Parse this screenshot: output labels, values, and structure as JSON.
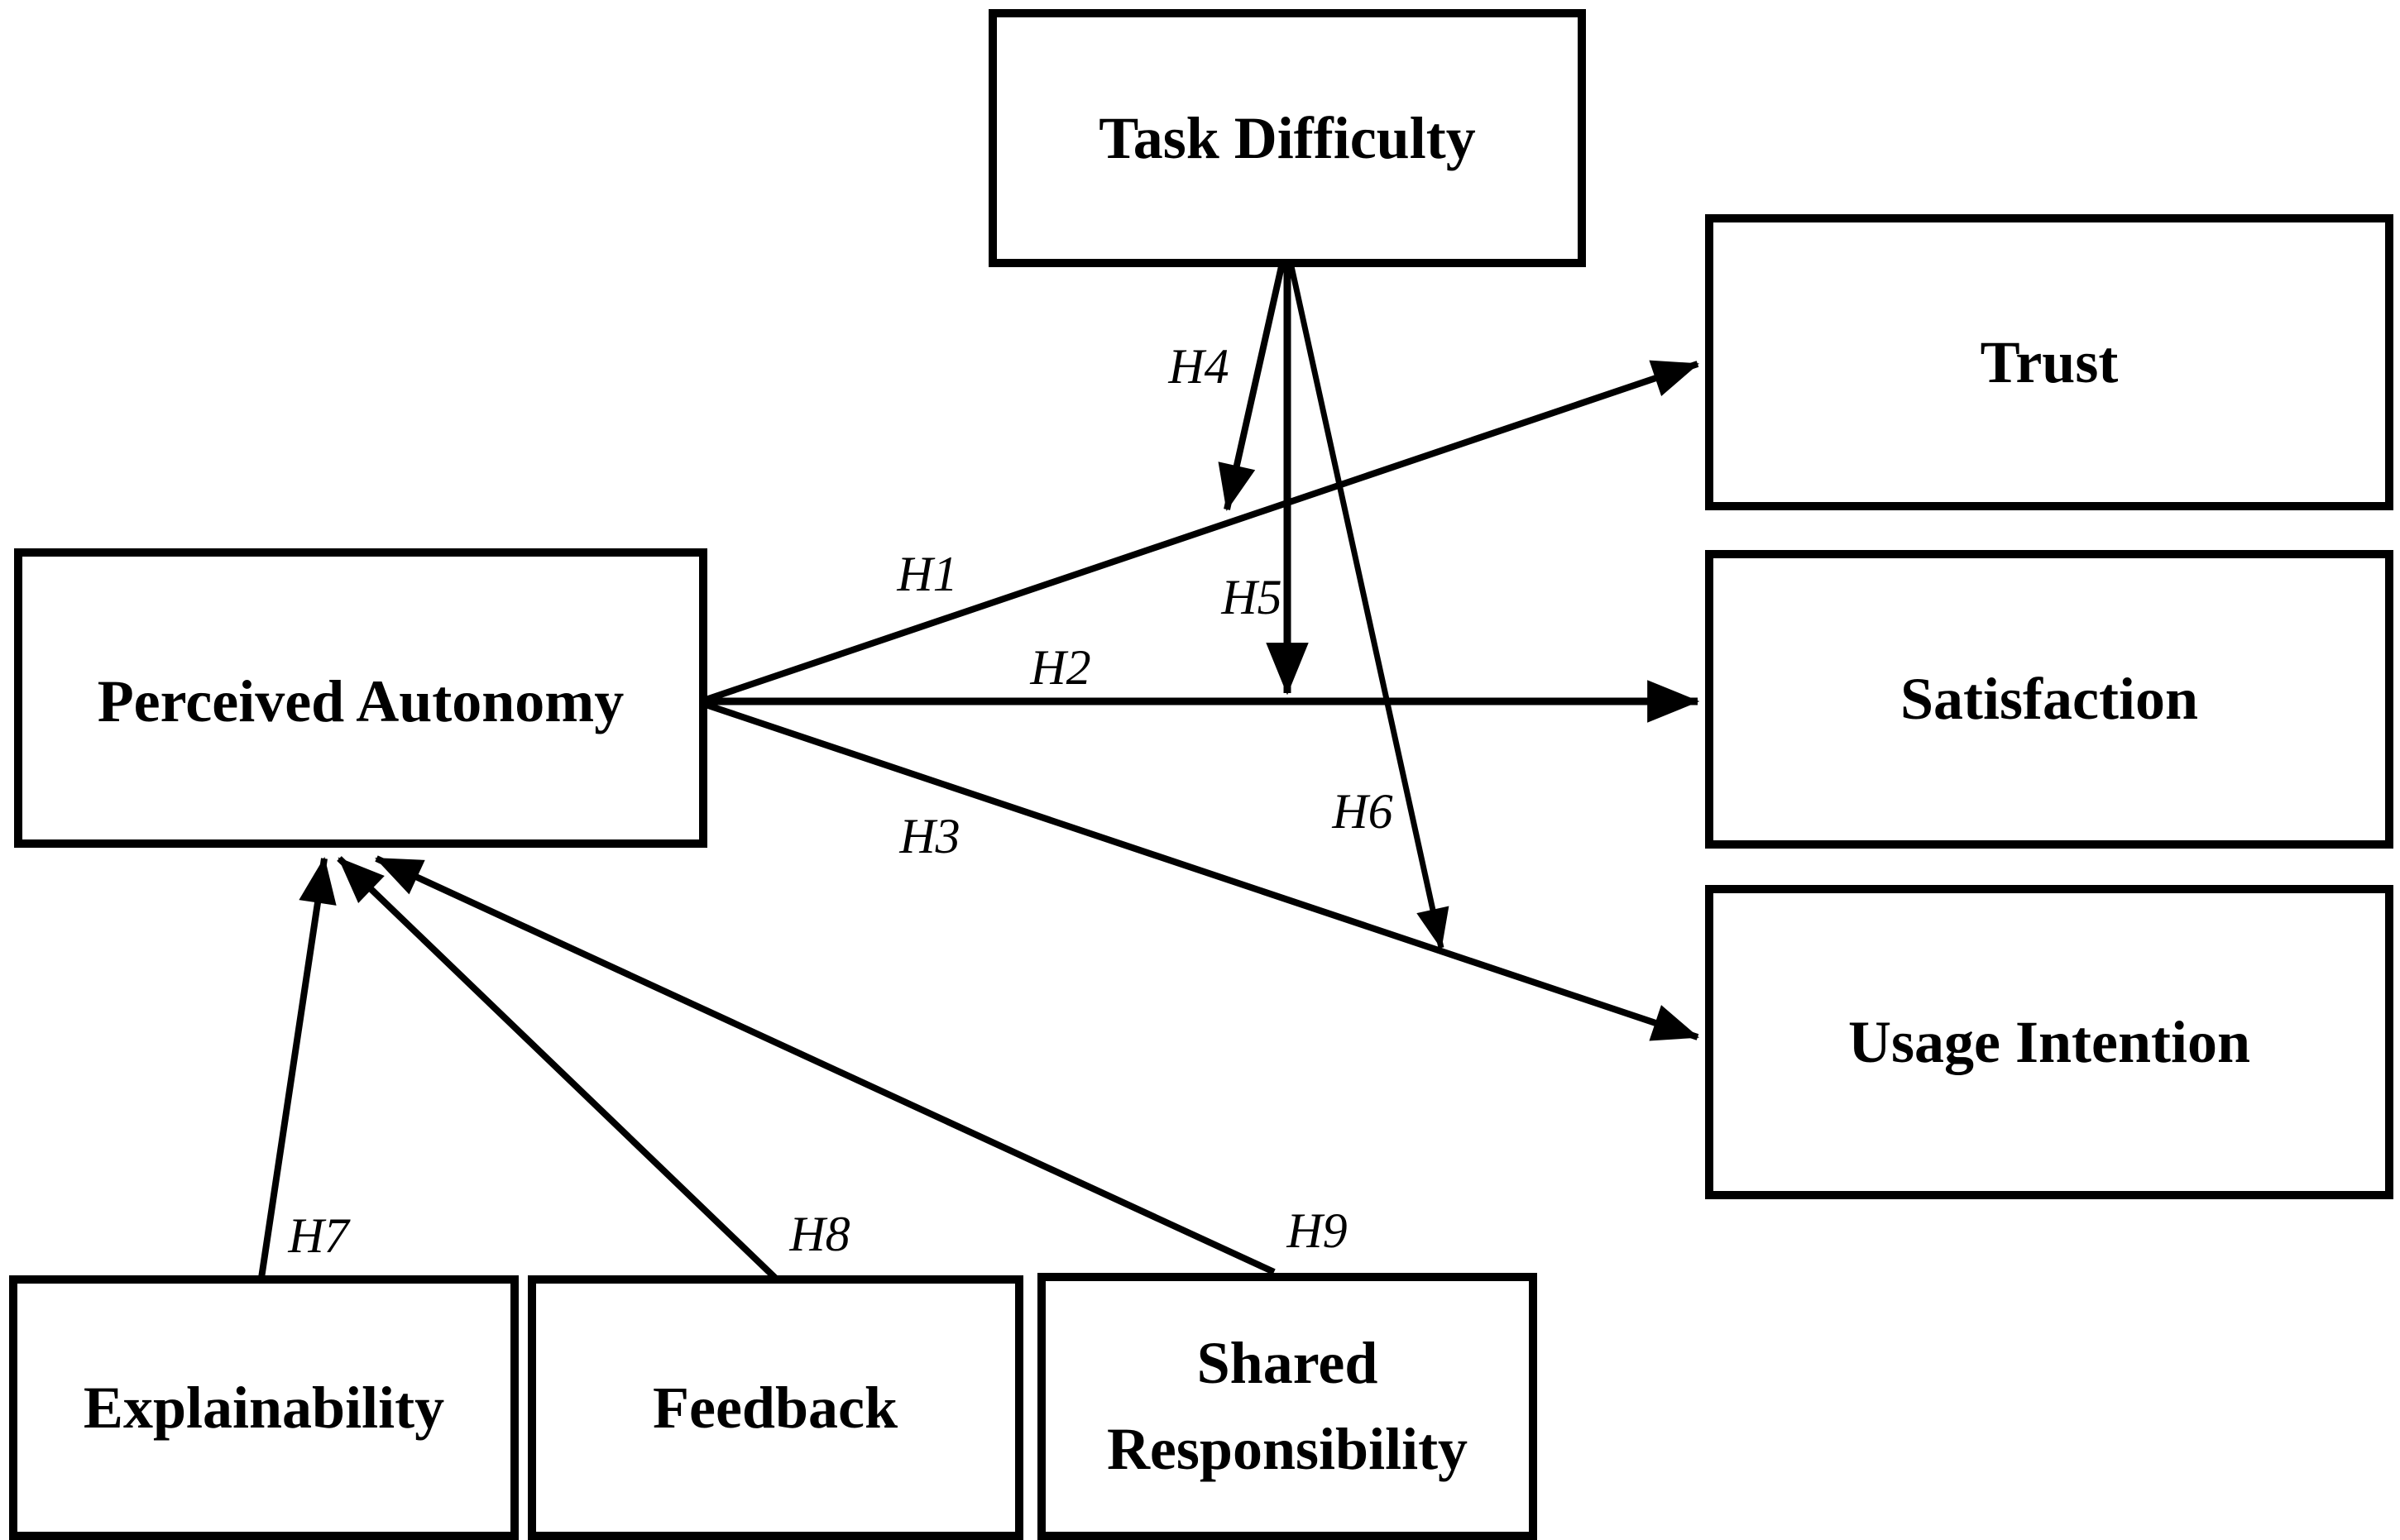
{
  "colors": {
    "background": "#ffffff",
    "box_fill": "#ffffff",
    "line": "#000000",
    "text": "#000000"
  },
  "nodes": {
    "task_difficulty": {
      "label": "Task Difficulty"
    },
    "trust": {
      "label": "Trust"
    },
    "satisfaction": {
      "label": "Satisfaction"
    },
    "usage_intention": {
      "label": "Usage Intention"
    },
    "perceived_autonomy": {
      "label": "Perceived Autonomy"
    },
    "explainability": {
      "label": "Explainability"
    },
    "feedback": {
      "label": "Feedback"
    },
    "shared_responsibility": {
      "line1": "Shared",
      "line2": "Responsibility"
    }
  },
  "hypotheses": {
    "h1": {
      "label": "H1",
      "from": "Perceived Autonomy",
      "to": "Trust"
    },
    "h2": {
      "label": "H2",
      "from": "Perceived Autonomy",
      "to": "Satisfaction"
    },
    "h3": {
      "label": "H3",
      "from": "Perceived Autonomy",
      "to": "Usage Intention"
    },
    "h4": {
      "label": "H4",
      "from": "Task Difficulty",
      "to": "H1 path"
    },
    "h5": {
      "label": "H5",
      "from": "Task Difficulty",
      "to": "H2 path"
    },
    "h6": {
      "label": "H6",
      "from": "Task Difficulty",
      "to": "H3 path"
    },
    "h7": {
      "label": "H7",
      "from": "Explainability",
      "to": "Perceived Autonomy"
    },
    "h8": {
      "label": "H8",
      "from": "Feedback",
      "to": "Perceived Autonomy"
    },
    "h9": {
      "label": "H9",
      "from": "Shared Responsibility",
      "to": "Perceived Autonomy"
    }
  }
}
